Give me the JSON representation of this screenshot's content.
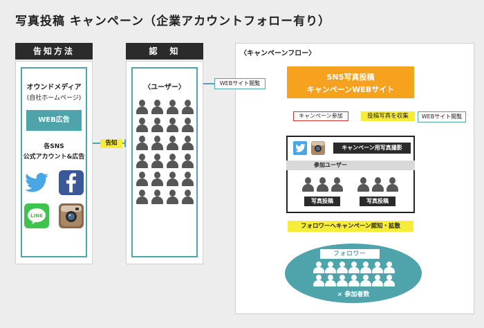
{
  "title": "写真投稿 キャンペーン（企業アカウントフォロー有り）",
  "col1": {
    "header": "告知方法",
    "media_title": "オウンドメディア",
    "media_sub": "(自社ホームページ)",
    "web_ad": "WEB広告",
    "sns_line1": "各SNS",
    "sns_line2": "公式アカウント&広告",
    "icons": [
      "twitter-icon",
      "facebook-icon",
      "line-icon",
      "instagram-icon"
    ],
    "line_text": "LINE"
  },
  "col2": {
    "header": "認　知",
    "users_label": "〈ユーザー〉"
  },
  "arrows": {
    "notify": "告知",
    "web_view": "WEBサイト閲覧",
    "campaign_join": "キャンペーン参加",
    "collect_photos": "投稿写真を収集",
    "web_view_right": "WEBサイト閲覧"
  },
  "flow": {
    "title": "〈キャンペーンフロー〉",
    "site_line1": "SNS写真投稿",
    "site_line2": "キャンペーンWEBサイト",
    "photo_shoot": "キャンペーン用写真撮影",
    "participants": "参加ユーザー",
    "post1": "写真投稿",
    "post2": "写真投稿",
    "spread": "フォロワーへキャンペーン認知・拡散",
    "followers": "フォロワー",
    "multiplier": "× 参加者数"
  },
  "colors": {
    "teal": "#4fa3ab",
    "orange": "#f6a21e",
    "yellow": "#f8ec3a",
    "red": "#d8322b",
    "dark": "#2b2b2b"
  }
}
